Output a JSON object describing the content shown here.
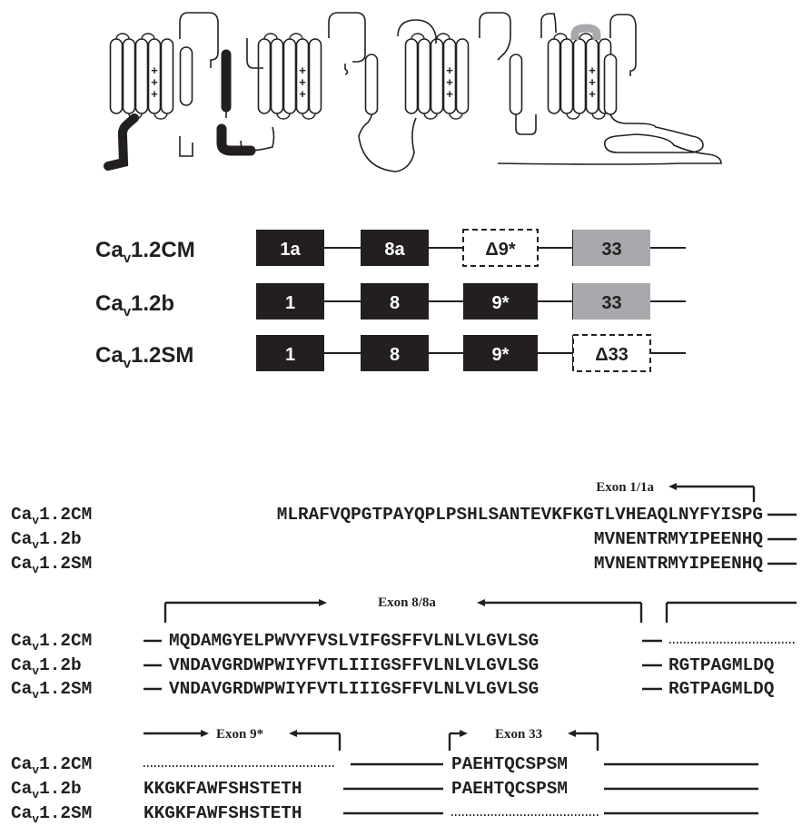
{
  "topology": {
    "plus_glyph": "+"
  },
  "exon_map": {
    "isoforms": [
      {
        "name": "Ca",
        "sub": "v",
        "suffix": "1.2CM",
        "exons": [
          "1a",
          "8a",
          "Δ9*",
          "33"
        ]
      },
      {
        "name": "Ca",
        "sub": "v",
        "suffix": "1.2b",
        "exons": [
          "1",
          "8",
          "9*",
          "33"
        ]
      },
      {
        "name": "Ca",
        "sub": "v",
        "suffix": "1.2SM",
        "exons": [
          "1",
          "8",
          "9*",
          "Δ33"
        ]
      }
    ],
    "colors": {
      "filled": "#231f20",
      "grey": "#a7a9ac",
      "deleted_border": "#231f20"
    }
  },
  "alignment": {
    "blocks": [
      {
        "header": "Exon 1/1a",
        "rows": [
          {
            "name": "Ca",
            "sub": "v",
            "suffix": "1.2CM",
            "seq": "MLRAFVQPGTPAYQPLPSHLSANTEVKFKGTLVHEAQLNYFYISPG"
          },
          {
            "name": "Ca",
            "sub": "v",
            "suffix": "1.2b",
            "seq": "MVNENTRMYIPEENHQ"
          },
          {
            "name": "Ca",
            "sub": "v",
            "suffix": "1.2SM",
            "seq": "MVNENTRMYIPEENHQ"
          }
        ]
      },
      {
        "header": "Exon 8/8a",
        "rows": [
          {
            "name": "Ca",
            "sub": "v",
            "suffix": "1.2CM",
            "seq": "MQDAMGYELPWVYFVSLVIFGSFFVLNLVLGVLSG",
            "tail": ""
          },
          {
            "name": "Ca",
            "sub": "v",
            "suffix": "1.2b",
            "seq": "VNDAVGRDWPWIYFVTLIIIGSFFVLNLVLGVLSG",
            "tail": "RGTPAGMLDQ"
          },
          {
            "name": "Ca",
            "sub": "v",
            "suffix": "1.2SM",
            "seq": "VNDAVGRDWPWIYFVTLIIIGSFFVLNLVLGVLSG",
            "tail": "RGTPAGMLDQ"
          }
        ]
      },
      {
        "headers": [
          "Exon 9*",
          "Exon 33"
        ],
        "rows": [
          {
            "name": "Ca",
            "sub": "v",
            "suffix": "1.2CM",
            "seq9": "",
            "seq33": "PAEHTQCSPSM"
          },
          {
            "name": "Ca",
            "sub": "v",
            "suffix": "1.2b",
            "seq9": "KKGKFAWFSHSTETH",
            "seq33": "PAEHTQCSPSM"
          },
          {
            "name": "Ca",
            "sub": "v",
            "suffix": "1.2SM",
            "seq9": "KKGKFAWFSHSTETH",
            "seq33": ""
          }
        ]
      }
    ]
  }
}
